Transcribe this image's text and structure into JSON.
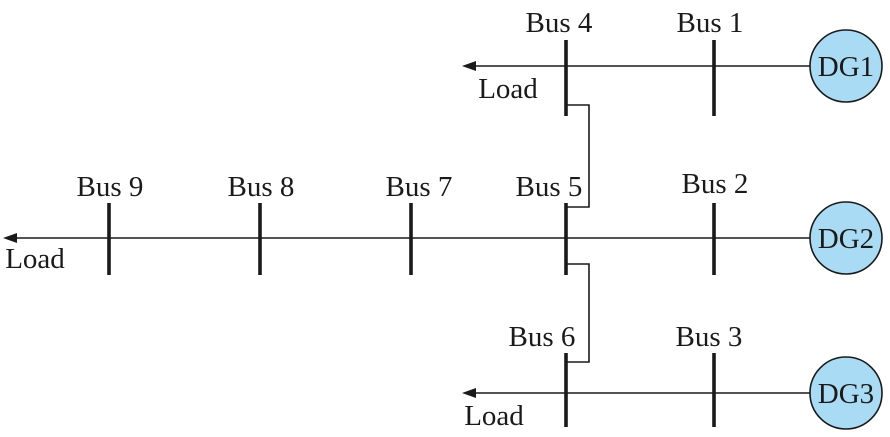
{
  "buses": {
    "bus1": "Bus 1",
    "bus2": "Bus 2",
    "bus3": "Bus 3",
    "bus4": "Bus 4",
    "bus5": "Bus 5",
    "bus6": "Bus 6",
    "bus7": "Bus 7",
    "bus8": "Bus 8",
    "bus9": "Bus 9"
  },
  "generators": {
    "dg1": "DG1",
    "dg2": "DG2",
    "dg3": "DG3"
  },
  "loads": {
    "top": "Load",
    "middle": "Load",
    "bottom": "Load"
  },
  "colors": {
    "generator_fill": "#a9dcf4",
    "line": "#1a1a1a"
  }
}
